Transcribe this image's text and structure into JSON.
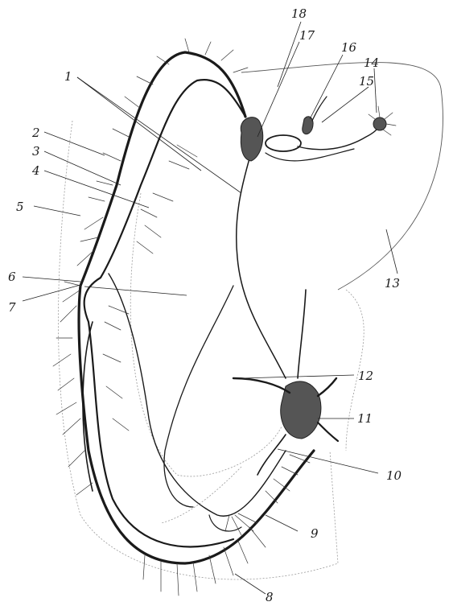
{
  "figure": {
    "labels": [
      "1",
      "2",
      "3",
      "4",
      "5",
      "6",
      "7",
      "8",
      "9",
      "10",
      "11",
      "12",
      "13",
      "14",
      "15",
      "16",
      "17",
      "18"
    ],
    "colors": {
      "ink": "#1a1a1a",
      "ganglion": "#555555",
      "background": "#ffffff"
    }
  }
}
